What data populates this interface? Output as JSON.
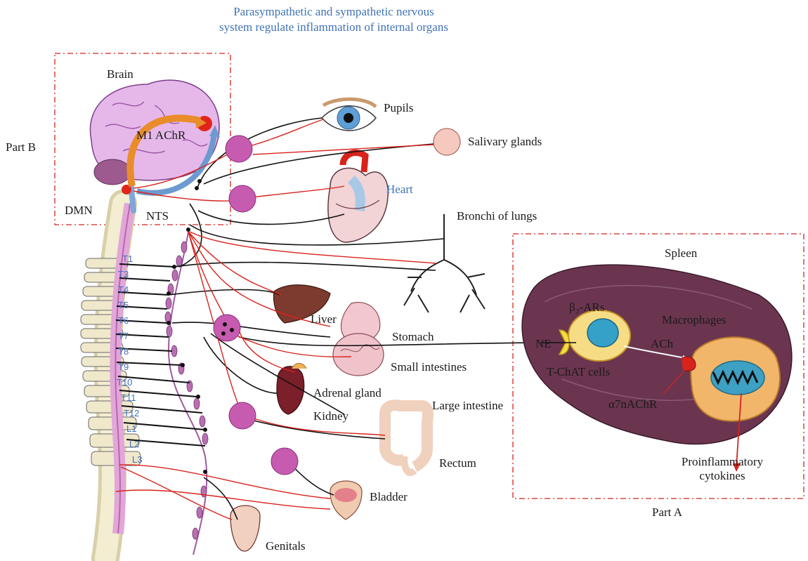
{
  "title": {
    "line1": "Parasympathetic and sympathetic nervous",
    "line2": "system regulate inflammation of internal organs"
  },
  "part_b": {
    "label": "Part B",
    "box_title": "Brain",
    "receptor_label": "M1 AChR",
    "dmn_label": "DMN",
    "nts_label": "NTS"
  },
  "organs": {
    "pupils": "Pupils",
    "salivary": "Salivary glands",
    "heart": "Heart",
    "bronchi": "Bronchi of lungs",
    "liver": "Liver",
    "stomach": "Stomach",
    "small_intestines": "Small intestines",
    "adrenal": "Adrenal gland",
    "kidney": "Kidney",
    "large_intestine": "Large intestine",
    "rectum": "Rectum",
    "bladder": "Bladder",
    "genitals": "Genitals"
  },
  "part_a": {
    "label": "Part A",
    "box_title": "Spleen",
    "beta_label": "β₂-ARs",
    "macrophages": "Macrophages",
    "ne": "NE",
    "ach": "ACh",
    "tchat": "T-ChAT cells",
    "a7": "α7nAChR",
    "cytokines_line1": "Proinflammatory",
    "cytokines_line2": "cytokines"
  },
  "vertebrae": [
    "T1",
    "T3",
    "T4",
    "T5",
    "T6",
    "T7",
    "T8",
    "T9",
    "T10",
    "T11",
    "T12",
    "L1",
    "L2",
    "L3"
  ],
  "colors": {
    "sympathetic": "#d8231c",
    "parasympathetic": "#000000",
    "ganglion": "#c65bb0",
    "brain": "#e6b8ea",
    "spleen": "#6b3550",
    "title_blue": "#3f73b4"
  }
}
